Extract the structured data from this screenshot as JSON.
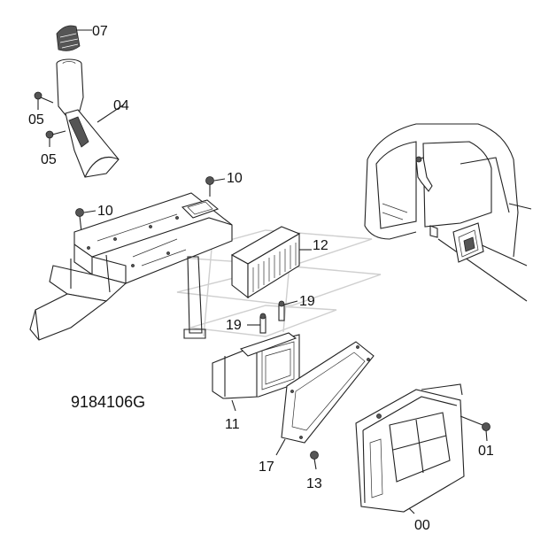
{
  "diagram_code": "9184106G",
  "labels": {
    "p07": "07",
    "p04": "04",
    "p05a": "05",
    "p05b": "05",
    "p10a": "10",
    "p10b": "10",
    "p12": "12",
    "p19a": "19",
    "p19b": "19",
    "p11": "11",
    "p17": "17",
    "p13": "13",
    "p01": "01",
    "p00": "00"
  },
  "colors": {
    "line": "#222222",
    "background": "#ffffff",
    "watermark": "#cfcfcf"
  }
}
